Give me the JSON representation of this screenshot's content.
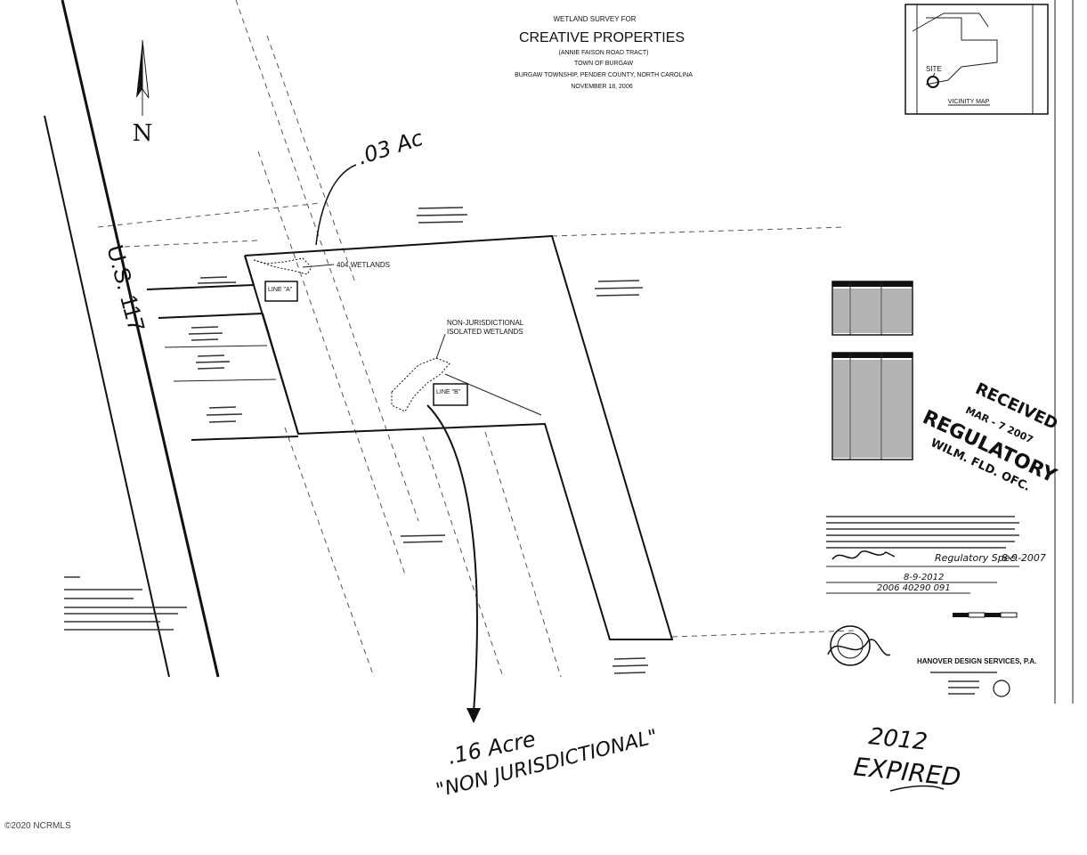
{
  "title_block": {
    "line1": "WETLAND SURVEY FOR",
    "line2": "CREATIVE PROPERTIES",
    "line3": "(ANNIE FAISON ROAD TRACT)",
    "line4": "TOWN OF BURGAW",
    "line5": "BURGAW TOWNSHIP, PENDER COUNTY, NORTH CAROLINA",
    "line6": "NOVEMBER 18, 2006"
  },
  "north_arrow": {
    "label": "N"
  },
  "road": {
    "label": "U.S. 117"
  },
  "vicinity_map": {
    "title": "VICINITY MAP",
    "site_label": "SITE"
  },
  "plat_labels": {
    "wetlands_404": "404 WETLANDS",
    "non_juris_line1": "NON-JURISDICTIONAL",
    "non_juris_line2": "ISOLATED WETLANDS",
    "line_a": "LINE \"A\"",
    "line_b": "LINE \"B\""
  },
  "handwritten": {
    "acreage_small": ".03 Ac",
    "acreage_large": ".16 Acre",
    "non_juris_note": "\"NON JURISDICTIONAL\"",
    "year": "2012",
    "status": "EXPIRED"
  },
  "stamp": {
    "received": "RECEIVED",
    "date": "MAR - 7 2007",
    "regulatory": "REGULATORY",
    "office": "WILM. FLD. OFC."
  },
  "certification": {
    "signature_date": "8-9-2007",
    "signer_title": "Regulatory Spec.",
    "expiration_date": "8-9-2012",
    "action_id": "2006 40290 091"
  },
  "firm": {
    "name": "HANOVER DESIGN SERVICES, P.A."
  },
  "copyright": "©2020 NCRMLS",
  "colors": {
    "ink": "#111111",
    "paper": "#ffffff"
  }
}
